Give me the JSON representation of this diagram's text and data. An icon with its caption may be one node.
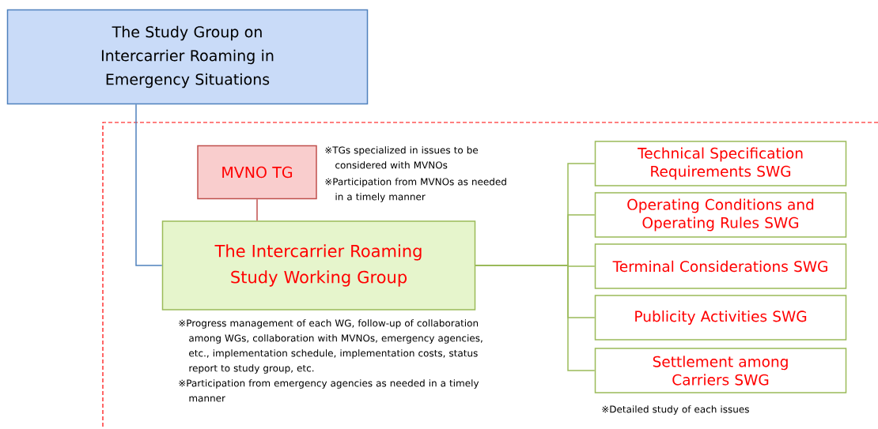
{
  "diagram": {
    "nodes": [
      {
        "text": [
          "The Study Group on Intercarrier Roaming in Emergency Situations"
        ]
      },
      {
        "text": [
          "MVNO TG"
        ],
        "beside": [
          "※TGs specialized in issues to be considered with MVNOs",
          "※Participation from MVNOs as needed in a timely manner"
        ]
      },
      {
        "text": [
          "The Intercarrier Roaming Study Working Group"
        ],
        "beside": [
          "※Progress management of each WG, follow-up of collaboration among WGs, collaboration with MVNOs, emergency agencies, etc., implementation schedule, implementation costs, status report to study group, etc.",
          "※Participation from emergency agencies as needed in a timely manner"
        ]
      },
      {
        "text": [
          "Technical Specification Requirements SWG"
        ]
      },
      {
        "text": [
          "Operating Conditions and Operating Rules SWG"
        ]
      },
      {
        "text": [
          "Terminal Considerations SWG"
        ]
      },
      {
        "text": [
          "Publicity Activities SWG"
        ]
      },
      {
        "text": [
          "Settlement among Carriers SWG"
        ]
      }
    ],
    "edges": [
      {
        "from": 0,
        "to": 2,
        "arrow": "none",
        "color": "#4f81bd"
      },
      {
        "from": 1,
        "to": 2,
        "arrow": "none",
        "color": "#c0504d"
      },
      {
        "from": 2,
        "to": 3,
        "arrow": "none"
      },
      {
        "from": 2,
        "to": 4,
        "arrow": "none"
      },
      {
        "from": 2,
        "to": 5,
        "arrow": "none"
      },
      {
        "from": 2,
        "to": 6,
        "arrow": "none"
      },
      {
        "from": 2,
        "to": 7,
        "arrow": "none"
      }
    ],
    "labels": [
      "※Detailed study of each issues"
    ]
  }
}
